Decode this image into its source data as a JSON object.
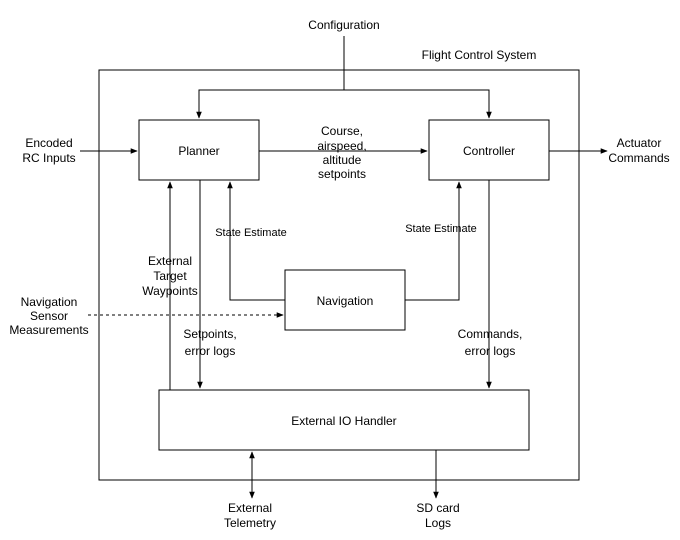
{
  "system_label": "Flight Control System",
  "inputs": {
    "configuration": "Configuration",
    "rc_inputs": [
      "Encoded",
      "RC Inputs"
    ],
    "nav_sensor": [
      "Navigation",
      "Sensor",
      "Measurements"
    ]
  },
  "outputs": {
    "actuator": [
      "Actuator",
      "Commands"
    ],
    "telemetry": [
      "External",
      "Telemetry"
    ],
    "sd_card": [
      "SD card",
      "Logs"
    ]
  },
  "blocks": {
    "planner": "Planner",
    "controller": "Controller",
    "navigation": "Navigation",
    "io_handler": "External IO Handler"
  },
  "signals": {
    "planner_to_controller": [
      "Course,",
      "airspeed,",
      "altitude",
      "setpoints"
    ],
    "state_estimate_planner": "State Estimate",
    "state_estimate_controller": "State Estimate",
    "external_waypoints": [
      "External",
      "Target",
      "Waypoints"
    ],
    "setpoints_logs": [
      "Setpoints,",
      "error logs"
    ],
    "commands_logs": [
      "Commands,",
      "error logs"
    ]
  }
}
